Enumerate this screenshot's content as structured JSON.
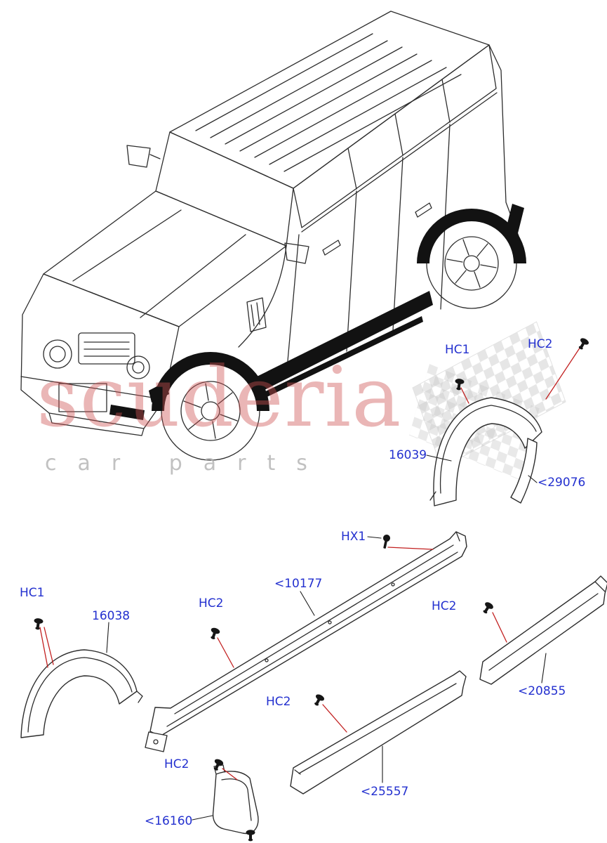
{
  "watermark": {
    "brand": "scuderia",
    "subtitle": "car parts"
  },
  "colors": {
    "label": "#2330cf",
    "leader": "#c22020",
    "outline": "#2d2d2d",
    "watermark": "rgba(205,80,80,0.42)",
    "subtitle": "rgba(178,178,178,0.8)"
  },
  "labels": {
    "hc1_top": "HC1",
    "hc2_top": "HC2",
    "p16039": "16039",
    "p29076": "<29076",
    "hx1": "HX1",
    "p10177": "<10177",
    "hc1_left": "HC1",
    "p16038": "16038",
    "hc2_left": "HC2",
    "hc2_right": "HC2",
    "p20855": "<20855",
    "hc2_mid": "HC2",
    "p25557": "<25557",
    "hc2_bottom": "HC2",
    "p16160": "<16160"
  }
}
